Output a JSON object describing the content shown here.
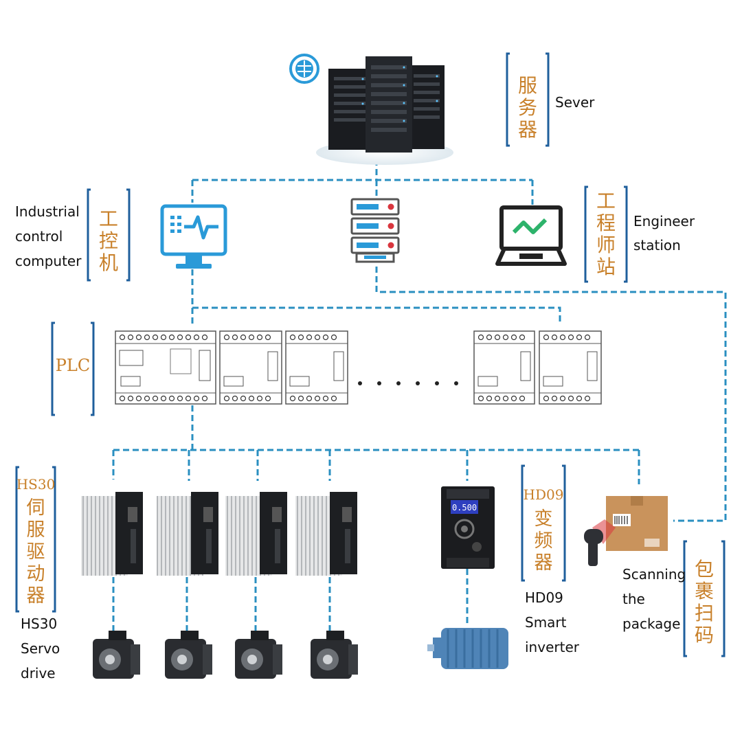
{
  "labels": {
    "server_cn": [
      "服",
      "务",
      "器"
    ],
    "server_en": "Sever",
    "ipc_cn": [
      "工",
      "控",
      "机"
    ],
    "ipc_en": [
      "Industrial",
      "control",
      "computer"
    ],
    "eng_cn": [
      "工",
      "程",
      "师",
      "站"
    ],
    "eng_en": [
      "Engineer",
      "station"
    ],
    "plc": "PLC",
    "servo_cn": [
      "HS30",
      "伺",
      "服",
      "驱",
      "动",
      "器"
    ],
    "servo_en": [
      "HS30",
      "Servo",
      "drive"
    ],
    "inv_cn": [
      "HD09",
      "变",
      "频",
      "器"
    ],
    "inv_en": [
      "HD09",
      "Smart",
      "inverter"
    ],
    "scan_cn": [
      "包",
      "裹",
      "扫",
      "码"
    ],
    "scan_en": [
      "Scanning",
      "the",
      "package"
    ],
    "inverter_display": "0.500"
  },
  "colors": {
    "link": "#2a8fc0",
    "label_cn": "#c8802a",
    "bracket": "#1f5f9c",
    "ipc_icon": "#2a9ad8",
    "eng_accent": "#2db36b"
  }
}
